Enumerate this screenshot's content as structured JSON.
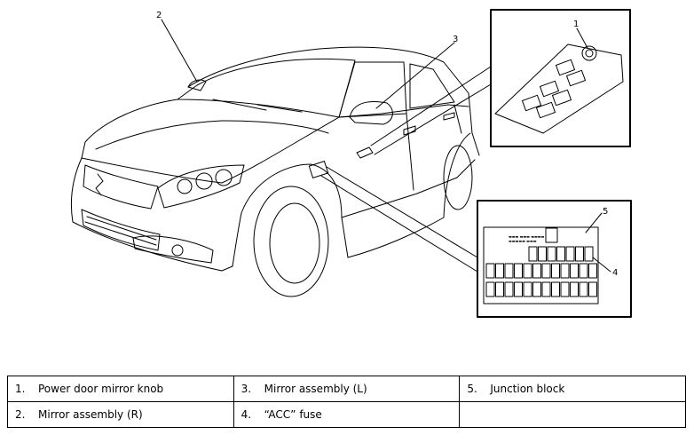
{
  "callouts": {
    "c1": "1",
    "c2": "2",
    "c3": "3",
    "c4": "4",
    "c5": "5"
  },
  "legend": {
    "rows": [
      [
        {
          "num": "1.",
          "text": "Power door mirror knob"
        },
        {
          "num": "3.",
          "text": "Mirror assembly (L)"
        },
        {
          "num": "5.",
          "text": "Junction block"
        }
      ],
      [
        {
          "num": "2.",
          "text": "Mirror assembly (R)"
        },
        {
          "num": "4.",
          "text": "“ACC” fuse"
        },
        {
          "num": "",
          "text": ""
        }
      ]
    ]
  },
  "colors": {
    "line": "#000000",
    "background": "#ffffff"
  }
}
